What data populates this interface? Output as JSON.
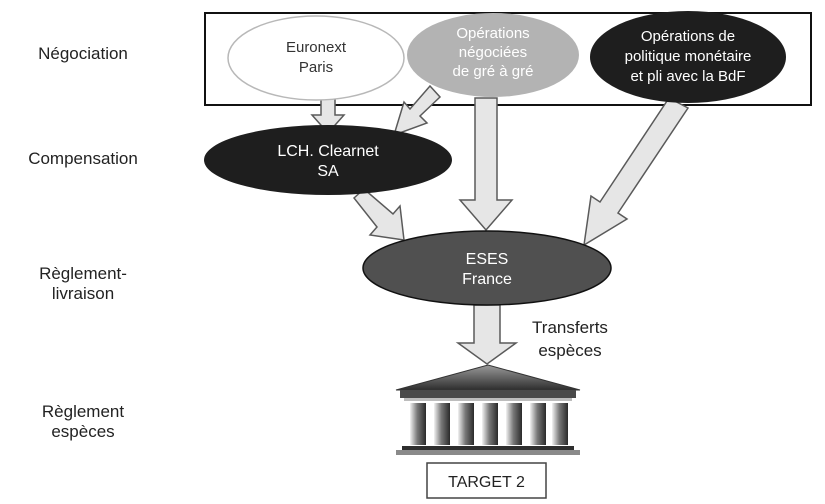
{
  "stages": [
    {
      "line1": "Négociation",
      "line2": ""
    },
    {
      "line1": "Compensation",
      "line2": ""
    },
    {
      "line1": "Règlement-",
      "line2": "livraison"
    },
    {
      "line1": "Règlement",
      "line2": "espèces"
    }
  ],
  "nodes": {
    "euronext": {
      "line1": "Euronext",
      "line2": "Paris"
    },
    "gre": {
      "line1": "Opérations",
      "line2": "négociées",
      "line3": "de gré à gré"
    },
    "bdf": {
      "line1": "Opérations de",
      "line2": "politique monétaire",
      "line3": "et pli avec la BdF"
    },
    "lch": {
      "line1": "LCH. Clearnet",
      "line2": "SA"
    },
    "eses": {
      "line1": "ESES",
      "line2": "France"
    },
    "target": {
      "label": "TARGET 2"
    }
  },
  "transfer_label": {
    "line1": "Transferts",
    "line2": "espèces"
  },
  "colors": {
    "dark_node": "#1e1e1e",
    "grey_node": "#b3b3b3",
    "eses_node": "#505050",
    "arrow_fill": "#e6e6e6",
    "arrow_stroke": "#5a5a5a"
  }
}
